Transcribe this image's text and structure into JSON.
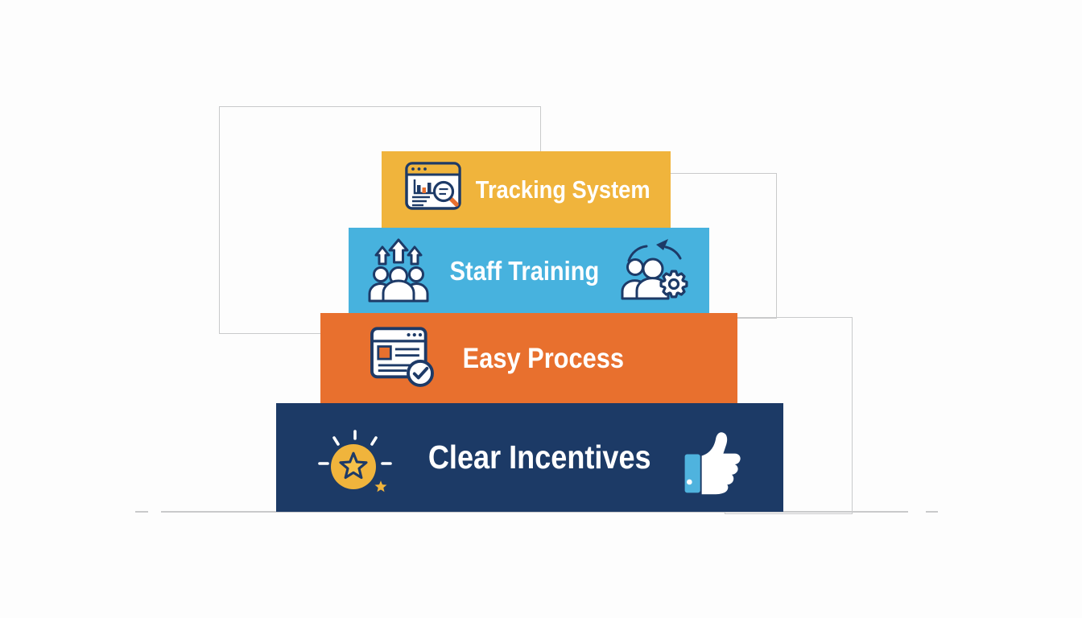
{
  "title": "Four stacked blocks infographic",
  "colors": {
    "yellow": "#F0B43C",
    "blue": "#47B2DE",
    "orange": "#E8702E",
    "navy": "#1C3A66",
    "text": "#FFFFFF",
    "outline": "#C9CACB",
    "icon_stroke": "#1D3A67"
  },
  "levels": [
    {
      "id": "tracking-system",
      "label": "Tracking System",
      "color": "#F0B43C",
      "icons": [
        "analytics-search-icon"
      ]
    },
    {
      "id": "staff-training",
      "label": "Staff Training",
      "color": "#47B2DE",
      "icons": [
        "team-growth-icon",
        "team-gear-icon"
      ]
    },
    {
      "id": "easy-process",
      "label": "Easy Process",
      "color": "#E8702E",
      "icons": [
        "form-check-icon"
      ]
    },
    {
      "id": "clear-incentives",
      "label": "Clear Incentives",
      "color": "#1C3A66",
      "icons": [
        "award-star-icon",
        "thumbs-up-icon"
      ]
    }
  ]
}
